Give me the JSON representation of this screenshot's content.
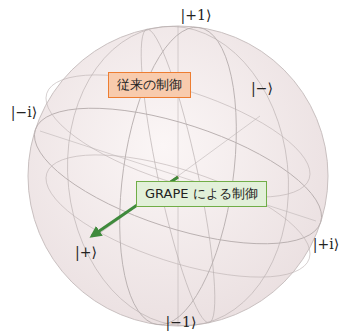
{
  "diagram": {
    "nodes": [
      {
        "text": [
          "従来の制御"
        ]
      },
      {
        "text": [
          "GRAPE による制御"
        ]
      }
    ],
    "labels": [
      "|+1⟩",
      "|−i⟩",
      "|−⟩",
      "|+i⟩",
      "|+⟩",
      "|−1⟩"
    ]
  }
}
